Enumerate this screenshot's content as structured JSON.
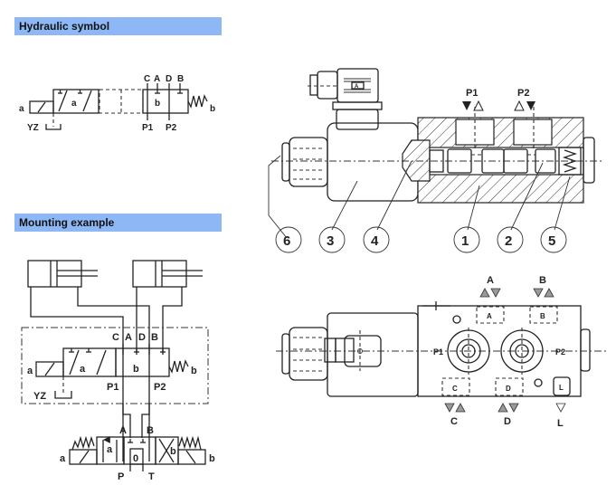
{
  "sections": {
    "hydraulic_symbol": {
      "title": "Hydraulic symbol"
    },
    "mounting_example": {
      "title": "Mounting example"
    }
  },
  "colors": {
    "header_bg": "#8db8f5",
    "line": "#222222",
    "port_triangle_fill": "#9a9a9a"
  },
  "hydraulic_symbol": {
    "solenoid_label": "a",
    "drain_label": "YZ",
    "position_a_label": "a",
    "position_b_label": "b",
    "spring_label": "b",
    "top_ports": [
      "C",
      "A",
      "D",
      "B"
    ],
    "bottom_ports": [
      "P1",
      "P2"
    ]
  },
  "mounting_example": {
    "solenoid_label": "a",
    "drain_label": "YZ",
    "position_a_label": "a",
    "position_b_label": "b",
    "spring_label": "b",
    "top_ports": [
      "C",
      "A",
      "D",
      "B"
    ],
    "bottom_ports": [
      "P1",
      "P2"
    ],
    "directional_valve": {
      "top_ports": [
        "A",
        "B"
      ],
      "bottom_ports": [
        "P",
        "T"
      ],
      "left_label": "a",
      "right_label": "b",
      "position_a_label": "a",
      "center_label": "0",
      "position_b_label": "b"
    }
  },
  "section_view": {
    "ports": [
      "P1",
      "P2"
    ],
    "connector_label": "A",
    "callouts": [
      "6",
      "3",
      "4",
      "1",
      "2",
      "5"
    ]
  },
  "top_view": {
    "top_ports": [
      "A",
      "B"
    ],
    "bottom_ports": [
      "C",
      "D",
      "L"
    ],
    "side_ports": [
      "P1",
      "P2"
    ],
    "cavity_labels": [
      "A",
      "B",
      "C",
      "D",
      "L"
    ]
  }
}
